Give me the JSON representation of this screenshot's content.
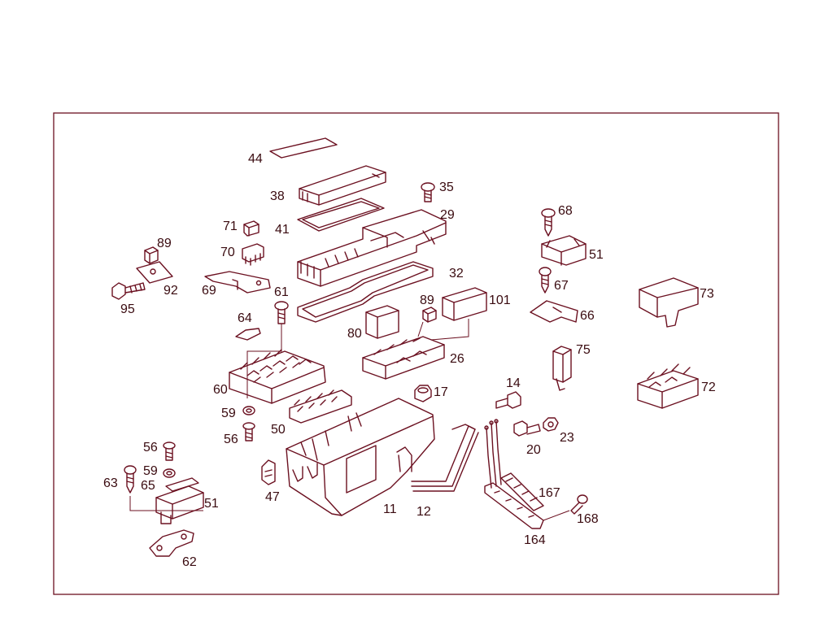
{
  "diagram": {
    "line_color": "#6b1020",
    "label_color": "#3a0b10",
    "background": "#ffffff",
    "labels": {
      "p44": "44",
      "p38": "38",
      "p35": "35",
      "p29": "29",
      "p41": "41",
      "p71": "71",
      "p70": "70",
      "p89a": "89",
      "p92": "92",
      "p95": "95",
      "p69": "69",
      "p61": "61",
      "p32": "32",
      "p64": "64",
      "p89b": "89",
      "p101": "101",
      "p80": "80",
      "p26": "26",
      "p60": "60",
      "p59a": "59",
      "p50": "50",
      "p56a": "56",
      "p17": "17",
      "p14": "14",
      "p20": "20",
      "p23": "23",
      "p56b": "56",
      "p59b": "59",
      "p63": "63",
      "p65": "65",
      "p51a": "51",
      "p47": "47",
      "p11": "11",
      "p12": "12",
      "p62": "62",
      "p68": "68",
      "p51b": "51",
      "p67": "67",
      "p66": "66",
      "p73": "73",
      "p75": "75",
      "p72": "72",
      "p167": "167",
      "p168": "168",
      "p164": "164"
    }
  }
}
